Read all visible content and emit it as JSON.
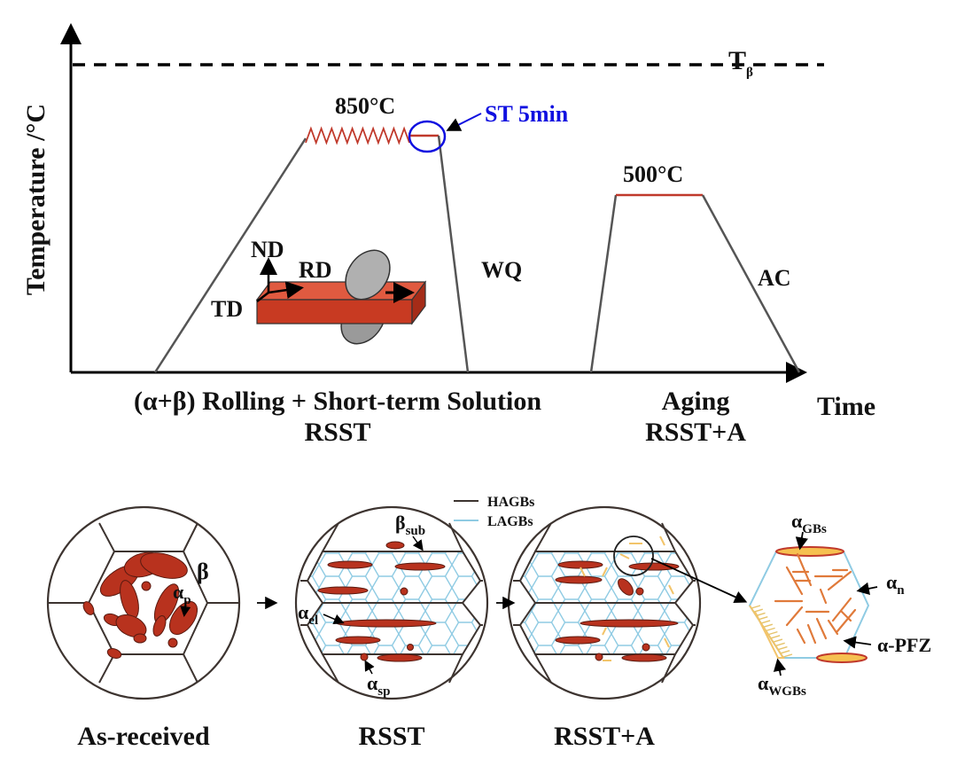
{
  "top_chart": {
    "y_axis_label": "Temperature /°C",
    "x_axis_label": "Time",
    "beta_transus": {
      "main": "T",
      "sub": "β"
    },
    "solution_temp": "850°C",
    "solution_hold": "ST 5min",
    "aging_temp": "500°C",
    "quench": "WQ",
    "air_cool": "AC",
    "directions": {
      "nd": "ND",
      "rd": "RD",
      "td": "TD"
    },
    "stage1": {
      "title": "(α+β) Rolling + Short-term Solution",
      "code": "RSST"
    },
    "stage2": {
      "title": "Aging",
      "code": "RSST+A"
    },
    "colors": {
      "line": "#555555",
      "hold": "#c0392b",
      "highlight": "#1010e0"
    }
  },
  "microstructures": {
    "legend": {
      "hagb": "HAGBs",
      "lagb": "LAGBs"
    },
    "states": [
      {
        "caption": "As-received",
        "labels": {
          "beta": "β",
          "alpha_p": {
            "main": "α",
            "sub": "p"
          }
        }
      },
      {
        "caption": "RSST",
        "labels": {
          "beta_sub": {
            "main": "β",
            "sub": "sub"
          },
          "alpha_el": {
            "main": "α",
            "sub": "el"
          },
          "alpha_sp": {
            "main": "α",
            "sub": "sp"
          }
        }
      },
      {
        "caption": "RSST+A"
      }
    ],
    "detail": {
      "alpha_gbs": {
        "main": "α",
        "sub": "GBs"
      },
      "alpha_n": {
        "main": "α",
        "sub": "n"
      },
      "alpha_pfz": "α-PFZ",
      "alpha_wgbs": {
        "main": "α",
        "sub": "WGBs"
      }
    },
    "colors": {
      "particle": "#b8321e",
      "hagb": "#3d3430",
      "lagb": "#8fcbe3",
      "precip": "#e07a3a",
      "pfz": "#f2c46a"
    }
  }
}
